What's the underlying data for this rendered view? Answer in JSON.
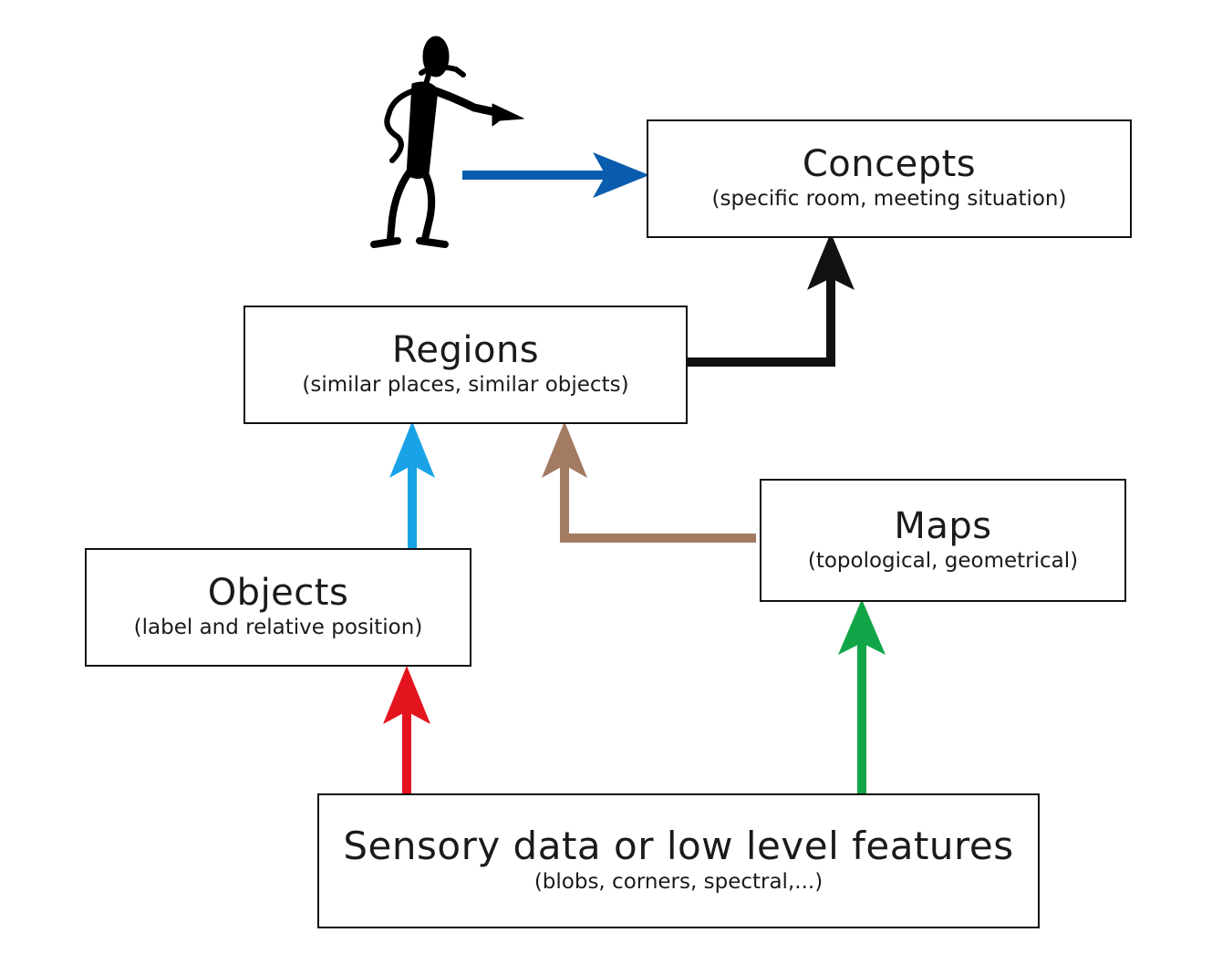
{
  "diagram": {
    "nodes": {
      "concepts": {
        "title": "Concepts",
        "subtitle": "(specific room, meeting situation)"
      },
      "regions": {
        "title": "Regions",
        "subtitle": "(similar places, similar objects)"
      },
      "maps": {
        "title": "Maps",
        "subtitle": "(topological, geometrical)"
      },
      "objects": {
        "title": "Objects",
        "subtitle": "(label and relative position)"
      },
      "sensory": {
        "title": "Sensory data or low level features",
        "subtitle": "(blobs, corners, spectral,...)"
      }
    },
    "edges": [
      {
        "from": "person",
        "to": "concepts",
        "color": "#0a5cae"
      },
      {
        "from": "regions",
        "to": "concepts",
        "color": "#111111"
      },
      {
        "from": "objects",
        "to": "regions",
        "color": "#19a3e6"
      },
      {
        "from": "maps",
        "to": "regions",
        "color": "#a37b62"
      },
      {
        "from": "sensory",
        "to": "objects",
        "color": "#e3141e"
      },
      {
        "from": "sensory",
        "to": "maps",
        "color": "#12a547"
      }
    ],
    "figure": {
      "icon": "pointing-person-icon",
      "color": "#000000"
    }
  }
}
